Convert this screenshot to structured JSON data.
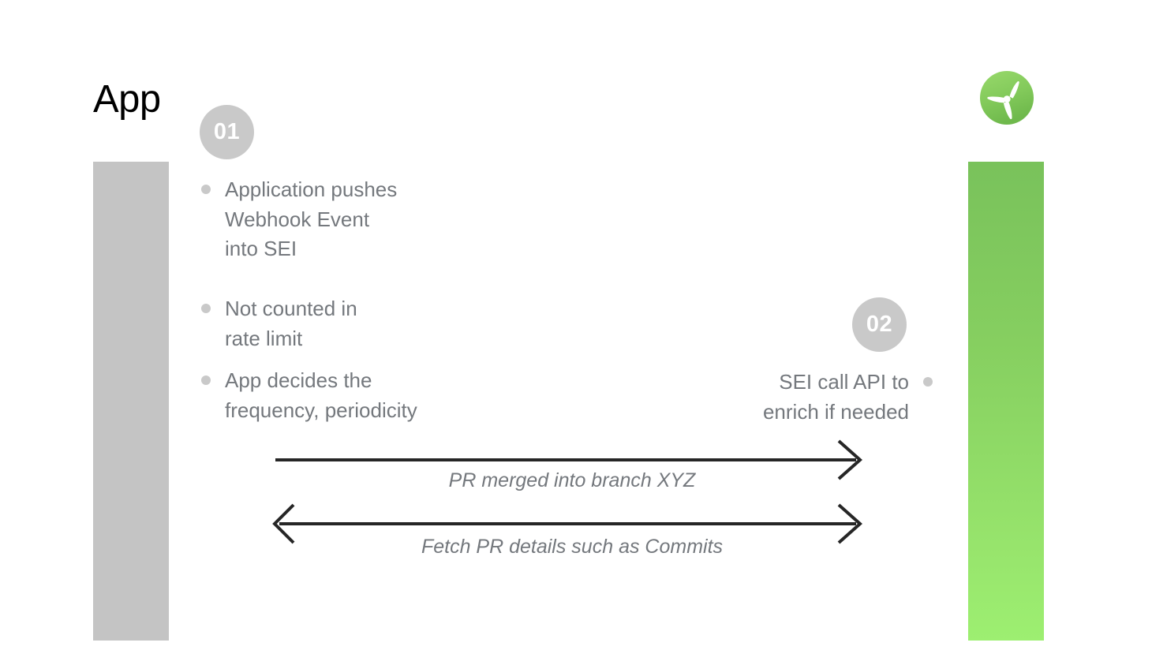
{
  "slide": {
    "title": "App",
    "background_color": "#ffffff"
  },
  "logo": {
    "name": "harness-propeller-logo",
    "circle_color_top": "#8ed15f",
    "circle_color_bottom": "#72bd50",
    "blade_color": "#ffffff"
  },
  "lanes": [
    {
      "id": "app-lane",
      "label": "App",
      "color": "#c4c4c4",
      "side": "left"
    },
    {
      "id": "sei-lane",
      "label": "",
      "color_top": "#79c25b",
      "color_bottom": "#9def71",
      "side": "right"
    }
  ],
  "steps": [
    {
      "number": "01",
      "side": "left",
      "badge_color": "#c9c9c9",
      "bullets": [
        "Application pushes\nWebhook Event\ninto SEI",
        "Not counted in\nrate limit",
        "App decides the\nfrequency, periodicity"
      ]
    },
    {
      "number": "02",
      "side": "right",
      "badge_color": "#c9c9c9",
      "bullets": [
        "SEI call API to\nenrich if needed"
      ]
    }
  ],
  "arrows": [
    {
      "id": "pr-merged-arrow",
      "direction": "right",
      "label": "PR merged into branch XYZ",
      "color": "#262626"
    },
    {
      "id": "fetch-pr-arrow",
      "direction": "both",
      "label": "Fetch PR details such as Commits",
      "color": "#262626"
    }
  ],
  "text_color": "#74787d"
}
